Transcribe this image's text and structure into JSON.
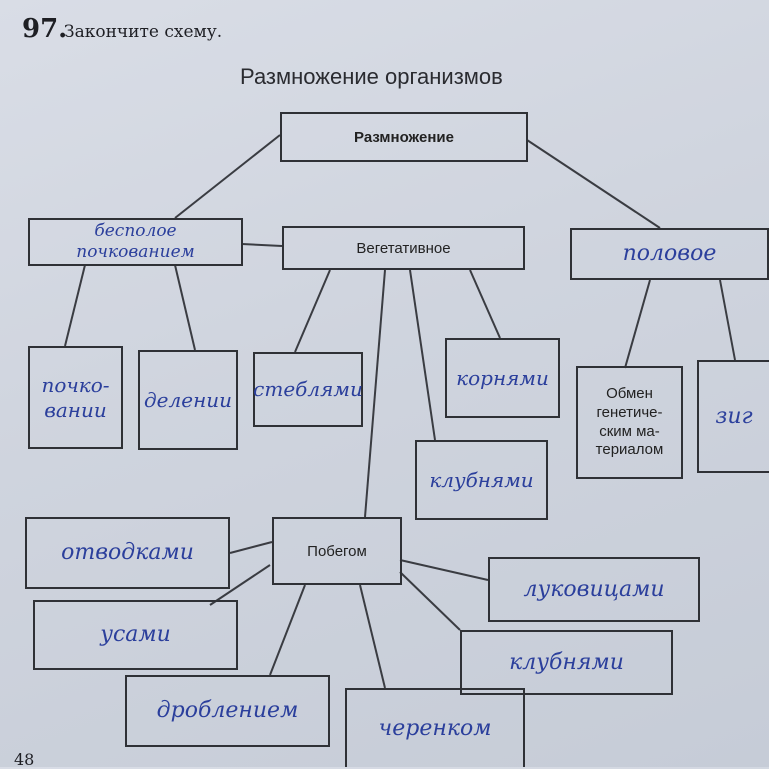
{
  "header": {
    "task_number": "97.",
    "task_text": "Закончите схему."
  },
  "title": "Размножение организмов",
  "boxes": {
    "root": "Размножение",
    "asexual": "бесполое\nпочкованием",
    "vegetative": "Вегетативное",
    "sexual": "половое",
    "budding": "почко-\nвании",
    "division": "делении",
    "stems": "стеблями",
    "roots": "корнями",
    "tubers_top": "клубнями",
    "exchange": "Обмен\nгенетиче-\nским ма-\nтериалом",
    "partial": "зиг",
    "shoot": "Побегом",
    "layering": "отводками",
    "runners": "усами",
    "bulbs": "луковицами",
    "tubers_bottom": "клубнями",
    "fragmentation": "дроблением",
    "cuttings": "черенком"
  },
  "page_number": "48"
}
